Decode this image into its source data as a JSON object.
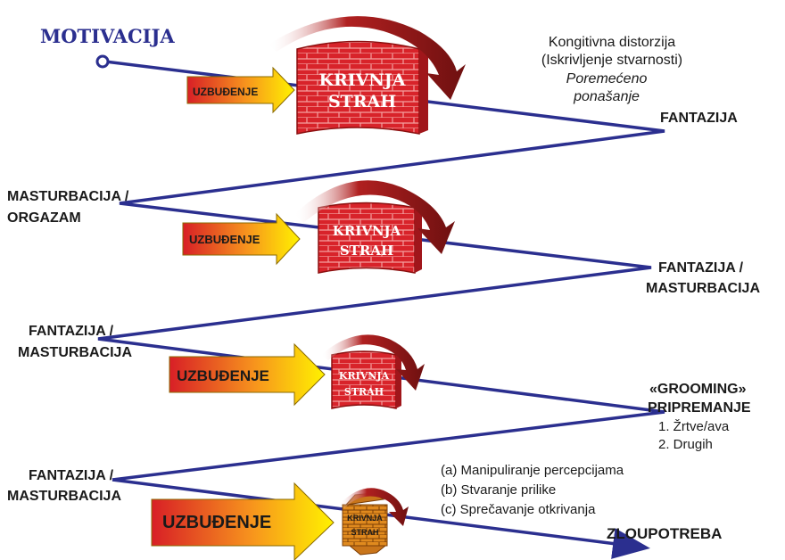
{
  "title": "MOTIVACIJA",
  "distortion": {
    "line1": "Kongitivna distorzija",
    "line2": "(Iskrivljenje stvarnosti)",
    "line3": "Poremećeno",
    "line4": "ponašanje"
  },
  "stage_labels": {
    "fantazija": "FANTAZIJA",
    "masturbacija_orgazam_1": "MASTURBACIJA /",
    "masturbacija_orgazam_2": "ORGAZAM",
    "fm1_line1": "FANTAZIJA /",
    "fm1_line2": "MASTURBACIJA",
    "fm2_line1": "FANTAZIJA /",
    "fm2_line2": "MASTURBACIJA",
    "fm3_line1": "FANTAZIJA /",
    "fm3_line2": "MASTURBACIJA",
    "zloupotreba": "ZLOUPOTREBA"
  },
  "grooming": {
    "line1": "«GROOMING»",
    "line2": "PRIPREMANJE",
    "item1": "1. Žrtve/ava",
    "item2": "2. Drugih"
  },
  "steps": {
    "a": "(a) Manipuliranje percepcijama",
    "b": "(b) Stvaranje prilike",
    "c": "(c) Sprečavanje otkrivanja"
  },
  "arousal_label": "UZBUĐENJE",
  "wall_line1": "KRIVNJA",
  "wall_line2": "STRAH",
  "colors": {
    "path": "#2b2f8f",
    "wall": "#d8232a",
    "brick_line": "#f4a0a0",
    "curve_arrow": "#8b1a1a",
    "arrow_start": "#d81f26",
    "arrow_end": "#fff200",
    "small_wall": "#e08a1e"
  }
}
